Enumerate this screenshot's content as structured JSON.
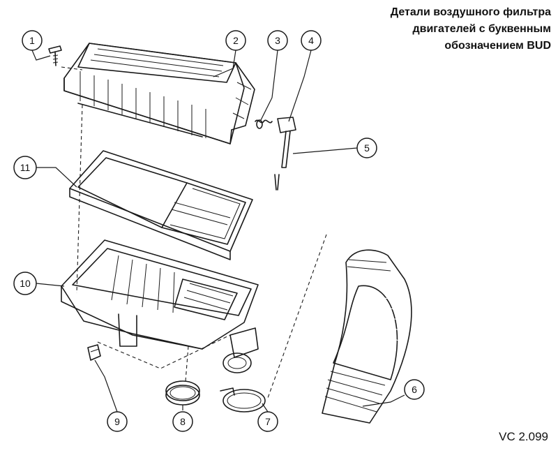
{
  "title_lines": [
    "Детали воздушного фильтра",
    "двигателей с буквенным",
    "обозначением BUD"
  ],
  "reference_code": "VC 2.099",
  "callouts": [
    {
      "id": "1",
      "label": "1"
    },
    {
      "id": "2",
      "label": "2"
    },
    {
      "id": "3",
      "label": "3"
    },
    {
      "id": "4",
      "label": "4"
    },
    {
      "id": "5",
      "label": "5"
    },
    {
      "id": "6",
      "label": "6"
    },
    {
      "id": "7",
      "label": "7"
    },
    {
      "id": "8",
      "label": "8"
    },
    {
      "id": "9",
      "label": "9"
    },
    {
      "id": "10",
      "label": "10"
    },
    {
      "id": "11",
      "label": "11"
    }
  ],
  "colors": {
    "ink": "#1a1a1a",
    "background": "#ffffff"
  }
}
